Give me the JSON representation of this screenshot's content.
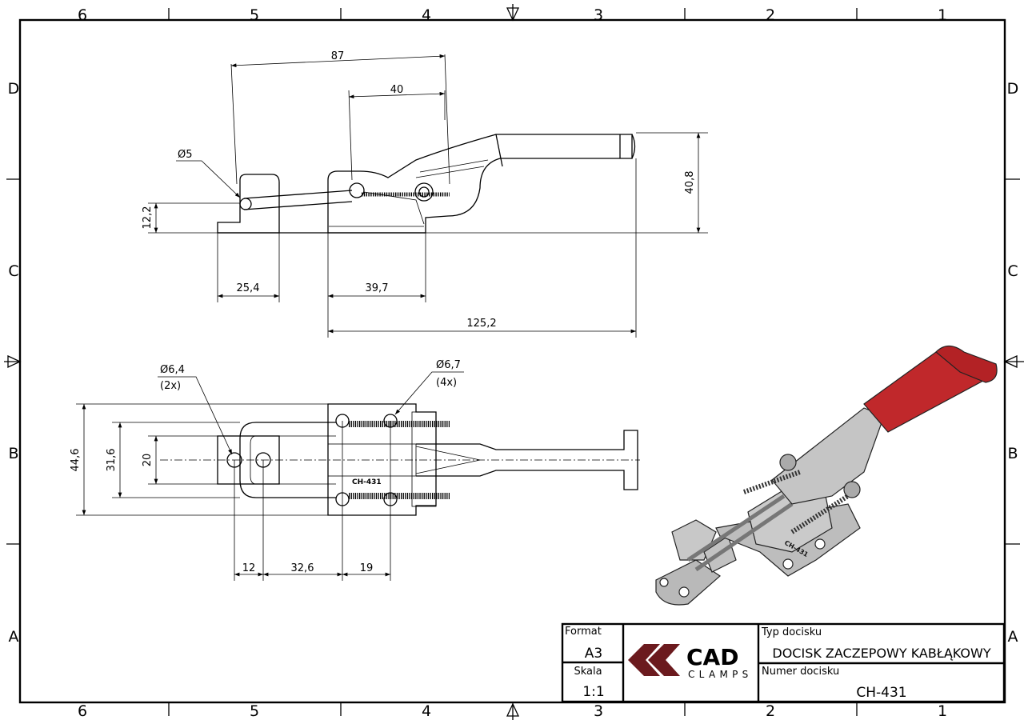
{
  "zones": {
    "columns": [
      "6",
      "5",
      "4",
      "3",
      "2",
      "1"
    ],
    "rows": [
      "D",
      "C",
      "B",
      "A"
    ]
  },
  "side_view": {
    "dim_87": "87",
    "dim_40": "40",
    "dim_40_8": "40,8",
    "dim_12_2": "12,2",
    "dim_25_4": "25,4",
    "dim_39_7": "39,7",
    "dim_125_2": "125,2",
    "hole_dia": "Ø5"
  },
  "top_view": {
    "dim_44_6": "44,6",
    "dim_31_6": "31,6",
    "dim_20": "20",
    "dim_12": "12",
    "dim_32_6": "32,6",
    "dim_19": "19",
    "hole_small": "Ø6,4",
    "hole_small_count": "(2x)",
    "hole_large": "Ø6,7",
    "hole_large_count": "(4x)",
    "part_mark": "CH-431"
  },
  "iso_view": {
    "part_mark": "CH-431",
    "handle_color": "#c0282b",
    "body_color": "#b9b9b9"
  },
  "title_block": {
    "format_label": "Format",
    "format_value": "A3",
    "scale_label": "Skala",
    "scale_value": "1:1",
    "logo_main": "CAD",
    "logo_sub": "CLAMPS",
    "logo_color": "#6b1a1e",
    "type_label": "Typ docisku",
    "type_value": "DOCISK ZACZEPOWY KABŁĄKOWY",
    "number_label": "Numer docisku",
    "number_value": "CH-431"
  }
}
